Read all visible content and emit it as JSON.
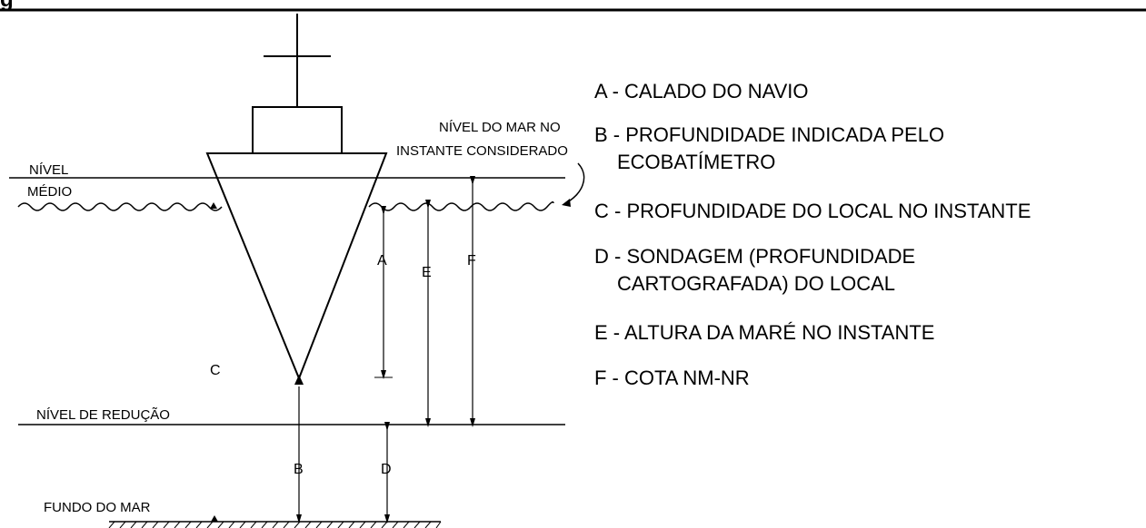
{
  "header": {
    "title_fragment": "g"
  },
  "diagram": {
    "labels": {
      "nivel_medio_line1": "NÍVEL",
      "nivel_medio_line2": "MÉDIO",
      "nivel_mar_line1": "NÍVEL DO MAR NO",
      "nivel_mar_line2": "INSTANTE CONSIDERADO",
      "nivel_reducao": "NÍVEL DE REDUÇÃO",
      "fundo_mar": "FUNDO DO MAR",
      "letter_a": "A",
      "letter_b": "B",
      "letter_c": "C",
      "letter_d": "D",
      "letter_e": "E",
      "letter_f": "F"
    }
  },
  "legend": {
    "items": [
      {
        "line1": "A - CALADO DO NAVIO",
        "line2": ""
      },
      {
        "line1": "B - PROFUNDIDADE INDICADA PELO",
        "line2": "ECOBATÍMETRO"
      },
      {
        "line1": "C - PROFUNDIDADE DO LOCAL NO INSTANTE",
        "line2": ""
      },
      {
        "line1": "D - SONDAGEM (PROFUNDIDADE",
        "line2": "CARTOGRAFADA) DO LOCAL"
      },
      {
        "line1": "E - ALTURA DA MARÉ NO INSTANTE",
        "line2": ""
      },
      {
        "line1": "F - COTA NM-NR",
        "line2": ""
      }
    ]
  }
}
